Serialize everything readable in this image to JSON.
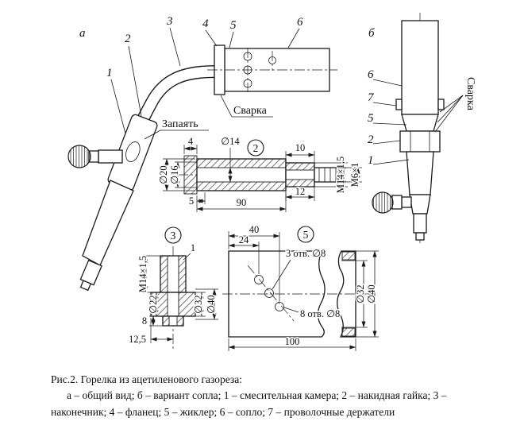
{
  "colors": {
    "ink": "#1a1a1a",
    "paper": "#ffffff"
  },
  "caption": {
    "title": "Рис.2. Горелка из ацетиленового газореза:",
    "legend": "а – общий вид; б – вариант сопла; 1 – смесительная камера; 2 – накидная гайка; 3 – наконечник; 4 – фланец; 5 – жиклер; 6 – сопло; 7 – проволочные держатели"
  },
  "view_a": {
    "label": "а",
    "callout_1": "1",
    "callout_2": "2",
    "callout_3": "3",
    "callout_4": "4",
    "callout_5": "5",
    "callout_6": "6",
    "solder_note": "Запаять",
    "weld_note": "Сварка"
  },
  "view_b": {
    "label": "б",
    "callout_6": "6",
    "callout_7": "7",
    "callout_5": "5",
    "callout_2": "2",
    "callout_1": "1",
    "weld_note": "Сварка"
  },
  "detail_2": {
    "badge": "2",
    "dim_flange_width": "4",
    "dim_bore": "∅14",
    "dim_outer": "∅20",
    "dim_inner": "∅16",
    "dim_offset": "5",
    "dim_length": "90",
    "dim_tip_top": "10",
    "dim_tip_bottom": "12",
    "thread_main": "М14×1,5",
    "thread_tip": "М6×1"
  },
  "detail_3": {
    "badge": "3",
    "thread": "М14×1,5",
    "dim_chamfer": "1",
    "dim_d22": "∅22",
    "dim_d32": "∅32",
    "dim_d40": "∅40",
    "dim_hub": "8",
    "dim_base": "12,5"
  },
  "detail_5": {
    "badge": "5",
    "dim_40": "40",
    "dim_24": "24",
    "holes_note_3": "3 отв. ∅8",
    "holes_note_8": "8 отв. ∅8",
    "dim_length": "100",
    "dim_d32": "∅32",
    "dim_d40": "∅40"
  }
}
